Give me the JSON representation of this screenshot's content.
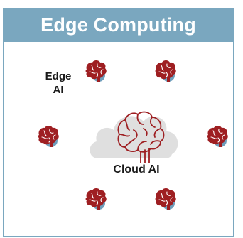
{
  "header": {
    "title": "Edge Computing"
  },
  "labels": {
    "edge_ai": "Edge\nAI",
    "cloud_ai": "Cloud AI"
  },
  "colors": {
    "header_bg": "#7aa7bf",
    "brain_red": "#9e1f22",
    "brain_blue": "#6e9dbb",
    "cloud_gray": "#dfdfdf"
  },
  "icons": {
    "edge_device": "brain-icon",
    "cloud": "cloud-icon",
    "cloud_brain": "brain-outline-icon"
  }
}
